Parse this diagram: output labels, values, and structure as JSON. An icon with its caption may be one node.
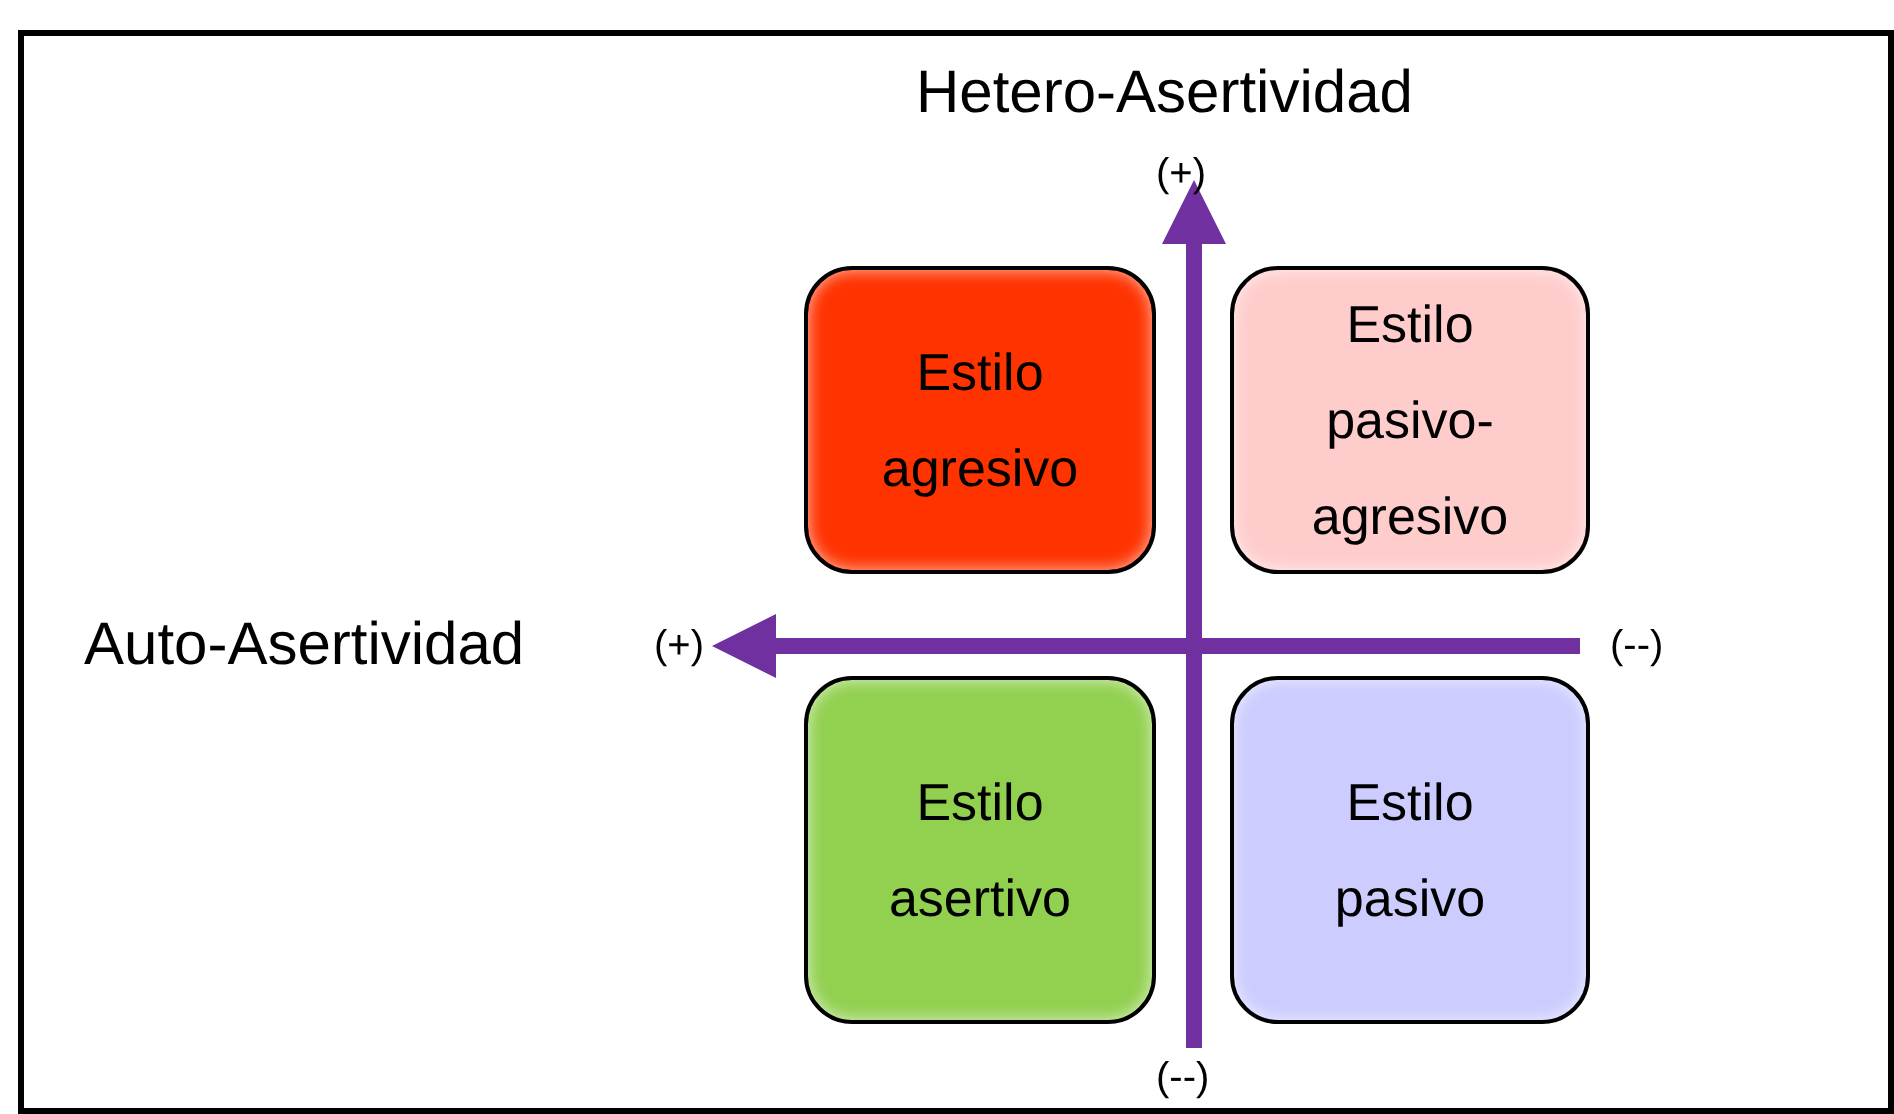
{
  "diagram": {
    "nodes": [
      {
        "text": [
          "Estilo agresivo"
        ]
      },
      {
        "text": [
          "Estilo pasivo-agresivo"
        ]
      },
      {
        "text": [
          "Estilo asertivo"
        ]
      },
      {
        "text": [
          "Estilo pasivo"
        ]
      }
    ],
    "labels": [
      "Hetero-Asertividad",
      "(+)",
      "Auto-Asertividad",
      "(+)",
      "(--)",
      "(--)"
    ]
  }
}
